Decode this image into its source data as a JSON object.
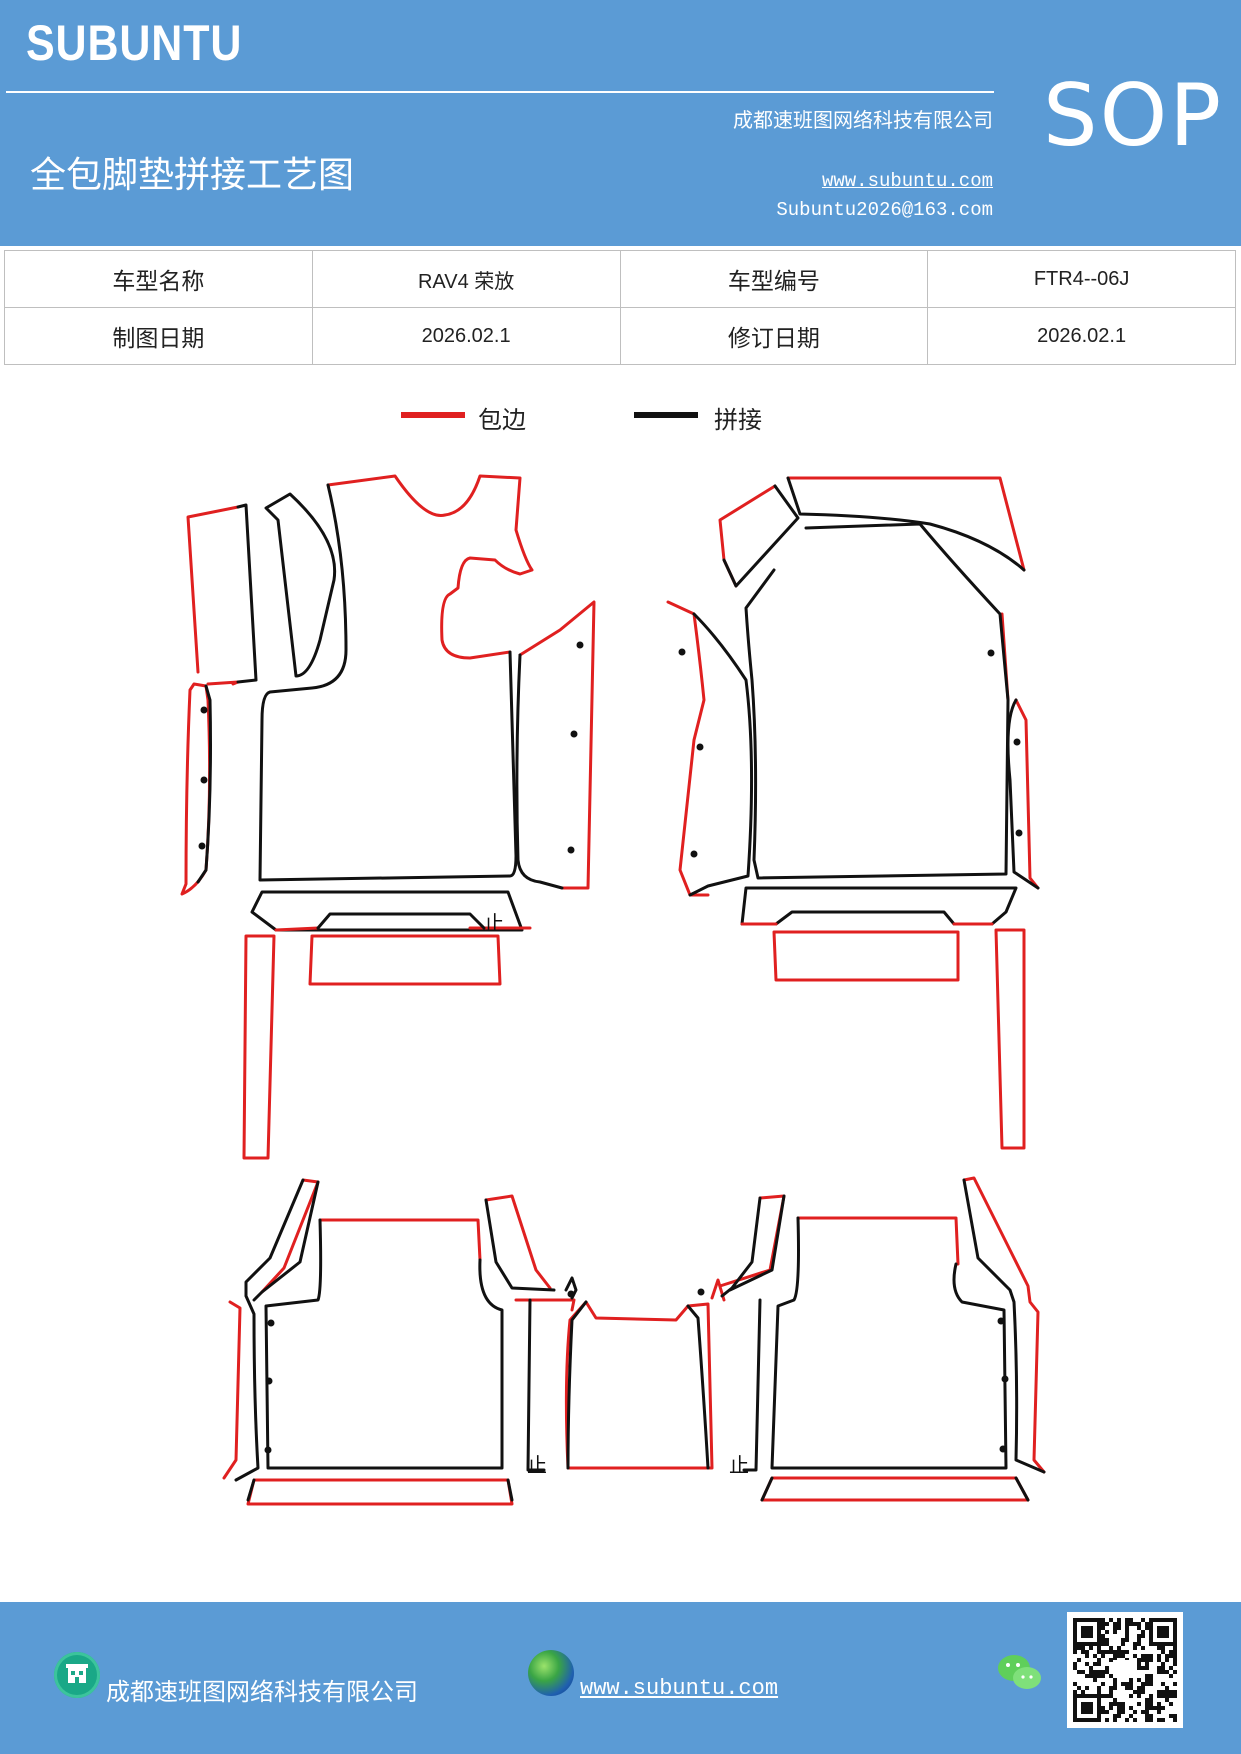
{
  "header": {
    "brand": "SUBUNTU",
    "company": "成都速班图网络科技有限公司",
    "title": "全包脚垫拼接工艺图",
    "website": "www.subuntu.com",
    "email": "Subuntu2026@163.com",
    "badge": "SOP"
  },
  "info_table": {
    "row1": {
      "label1": "车型名称",
      "value1": "RAV4 荣放",
      "label2": "车型编号",
      "value2": "FTR4--06J"
    },
    "row2": {
      "label1": "制图日期",
      "value1": "2026.02.1",
      "label2": "修订日期",
      "value2": "2026.02.1"
    }
  },
  "legend": {
    "edge_label": "包边",
    "edge_color": "#e02020",
    "join_label": "拼接",
    "join_color": "#111111"
  },
  "diagram": {
    "stop_mark": "止"
  },
  "footer": {
    "company": "成都速班图网络科技有限公司",
    "website": "www.subuntu.com"
  }
}
